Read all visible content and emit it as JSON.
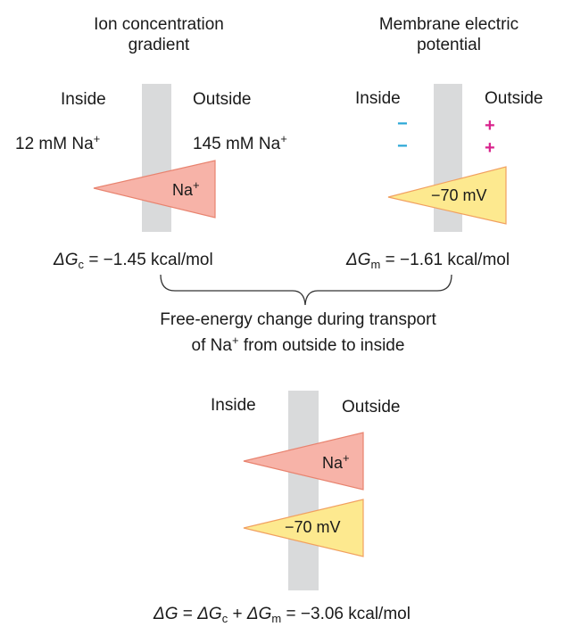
{
  "left_panel": {
    "title_line1": "Ion concentration",
    "title_line2": "gradient",
    "inside_label": "Inside",
    "outside_label": "Outside",
    "inside_conc": "12 mM Na",
    "outside_conc": "145 mM Na",
    "ion_superscript": "+",
    "triangle_label": "Na",
    "triangle_superscript": "+",
    "equation_symbol": "ΔG",
    "equation_subscript": "c",
    "equation_value": "= −1.45 kcal/mol"
  },
  "right_panel": {
    "title_line1": "Membrane electric",
    "title_line2": "potential",
    "inside_label": "Inside",
    "outside_label": "Outside",
    "inside_charges": [
      "−",
      "−"
    ],
    "outside_charges": [
      "+",
      "+"
    ],
    "triangle_label": "−70 mV",
    "equation_symbol": "ΔG",
    "equation_subscript": "m",
    "equation_value": "= −1.61 kcal/mol"
  },
  "brace_caption": {
    "line1": "Free-energy change during transport",
    "line2_pre": "of Na",
    "line2_sup": "+",
    "line2_post": " from outside to inside"
  },
  "bottom_panel": {
    "inside_label": "Inside",
    "outside_label": "Outside",
    "triangle1_label": "Na",
    "triangle1_superscript": "+",
    "triangle2_label": "−70 mV",
    "equation": {
      "g": "ΔG",
      "eq1": " = ",
      "gc": "ΔG",
      "gc_sub": "c",
      "plus": " + ",
      "gm": "ΔG",
      "gm_sub": "m",
      "rest": " = −3.06 kcal/mol"
    }
  },
  "colors": {
    "membrane": "#d9dadb",
    "concentration_triangle_fill": "#f7b3a8",
    "concentration_triangle_stroke": "#e8836f",
    "potential_triangle_fill": "#fde98f",
    "potential_triangle_stroke": "#f1a060",
    "negative_charge": "#2aa7d6",
    "positive_charge": "#d9228c"
  }
}
